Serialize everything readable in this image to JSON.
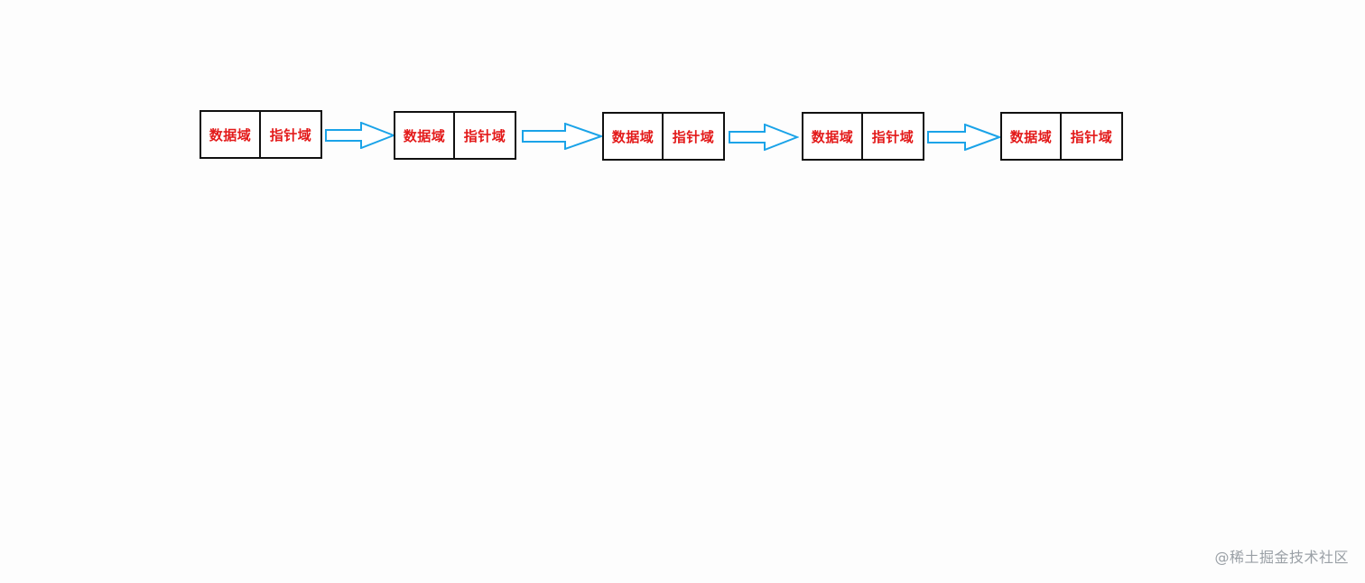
{
  "nodes": [
    {
      "data_label": "数据域",
      "pointer_label": "指针域"
    },
    {
      "data_label": "数据域",
      "pointer_label": "指针域"
    },
    {
      "data_label": "数据域",
      "pointer_label": "指针域"
    },
    {
      "data_label": "数据域",
      "pointer_label": "指针域"
    },
    {
      "data_label": "数据域",
      "pointer_label": "指针域"
    }
  ],
  "arrows": {
    "count": 4,
    "color": "#1aa3e8",
    "fill": "#ffffff",
    "icon": "arrow-right-outline-icon"
  },
  "colors": {
    "label": "#e31a1a",
    "border": "#111111",
    "background": "#fdfdfd"
  },
  "watermark": {
    "text": "@稀土掘金技术社区"
  }
}
